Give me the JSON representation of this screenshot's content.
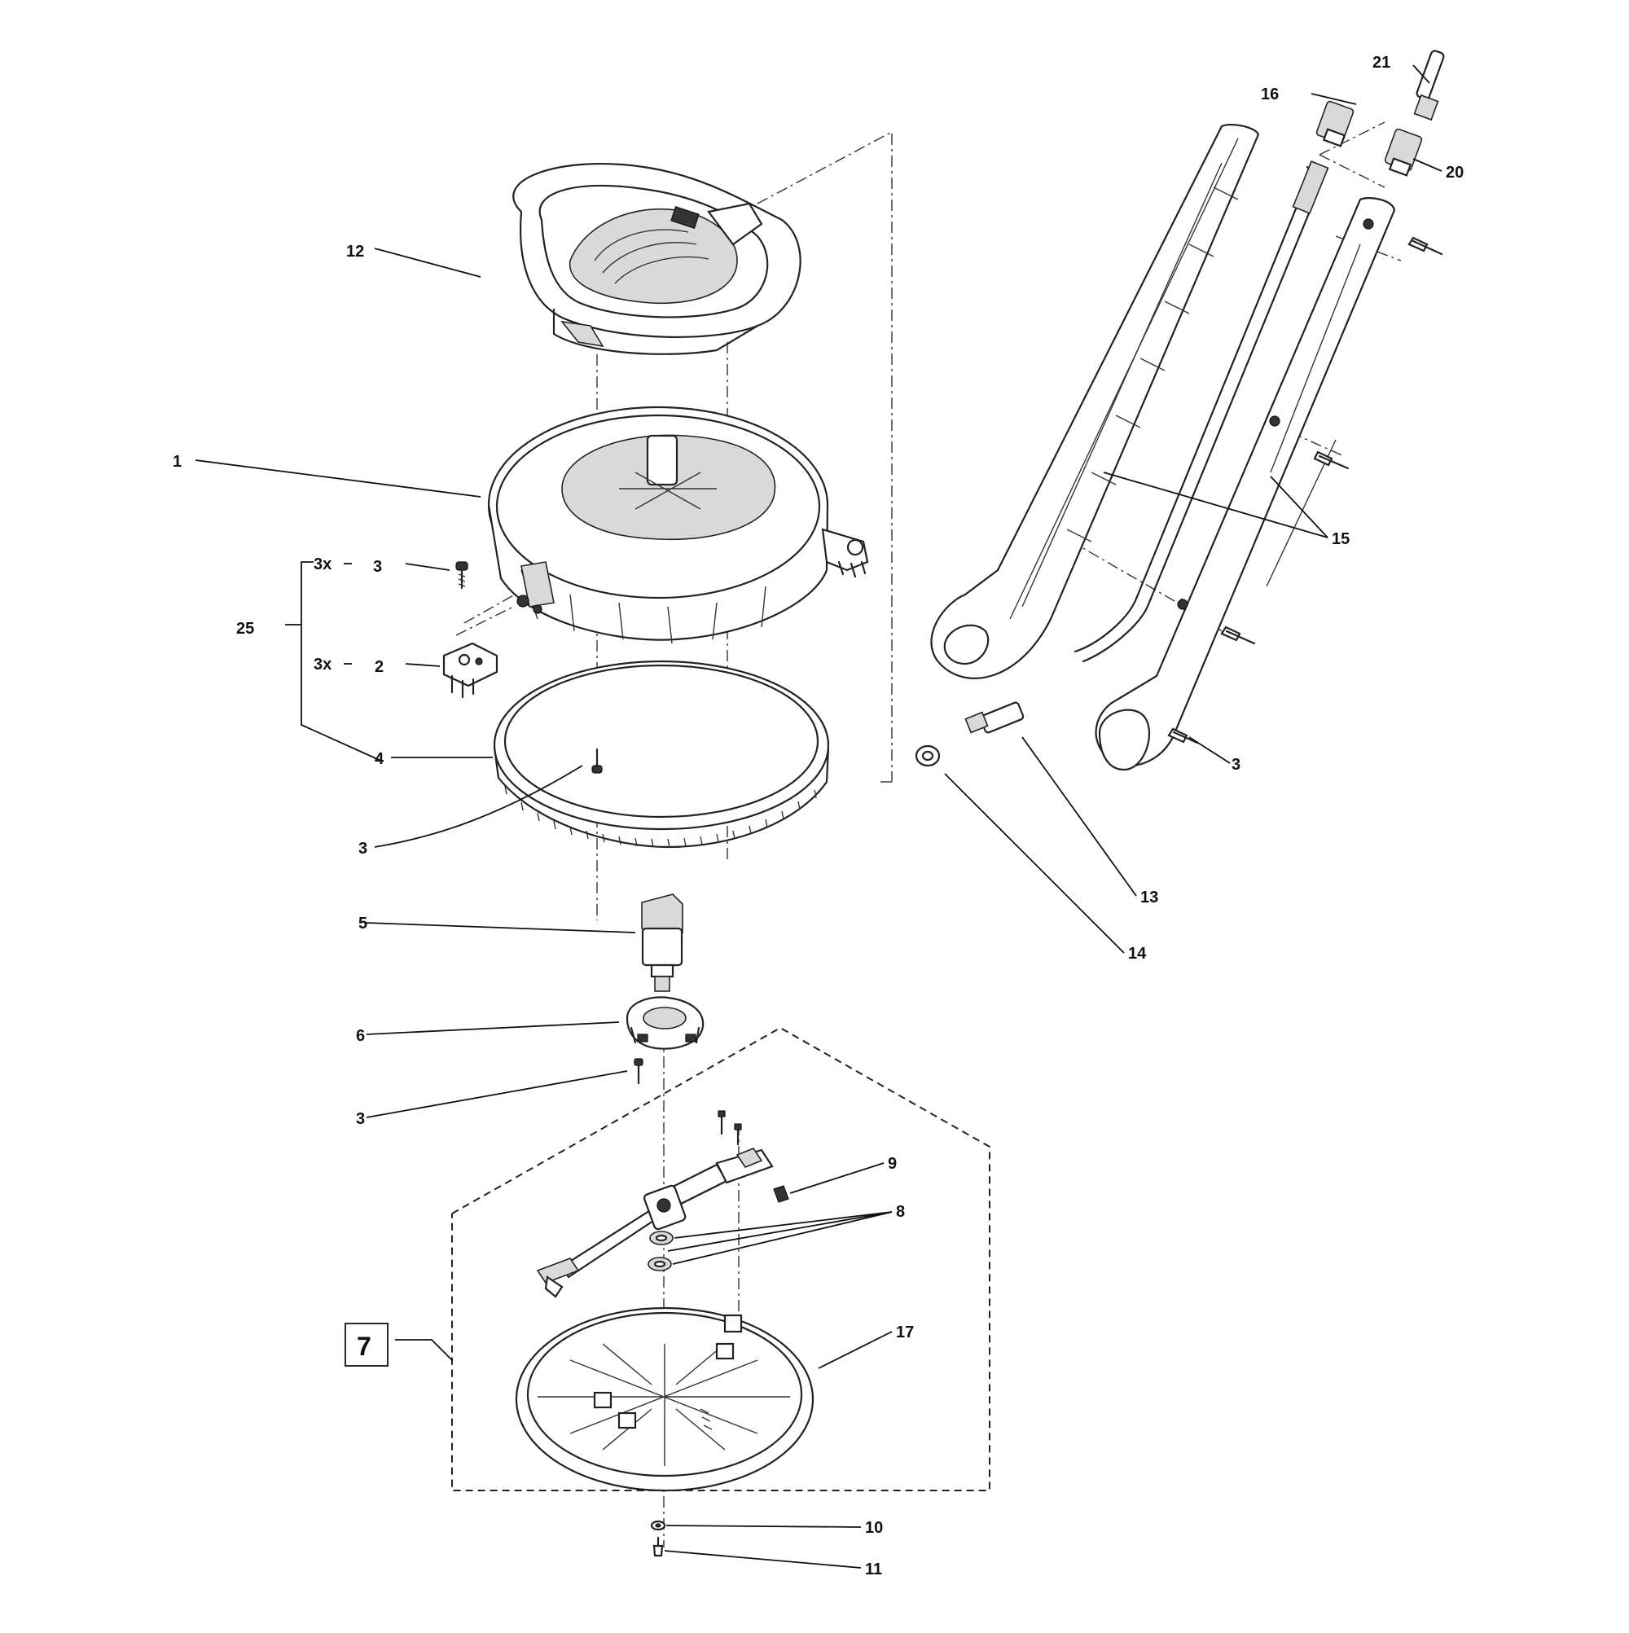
{
  "callouts": {
    "c1": "1",
    "c2": "2",
    "c3a": "3",
    "c3b": "3",
    "c3c": "3",
    "c3d": "3",
    "c4": "4",
    "c5": "5",
    "c6": "6",
    "c7": "7",
    "c8": "8",
    "c9": "9",
    "c10": "10",
    "c11": "11",
    "c12": "12",
    "c13": "13",
    "c14": "14",
    "c15": "15",
    "c16": "16",
    "c17": "17",
    "c20": "20",
    "c21": "21",
    "c25": "25"
  },
  "quantities": {
    "q_screw": "3x",
    "q_bracket": "3x"
  },
  "colors": {
    "line": "#222222",
    "background": "#ffffff"
  }
}
